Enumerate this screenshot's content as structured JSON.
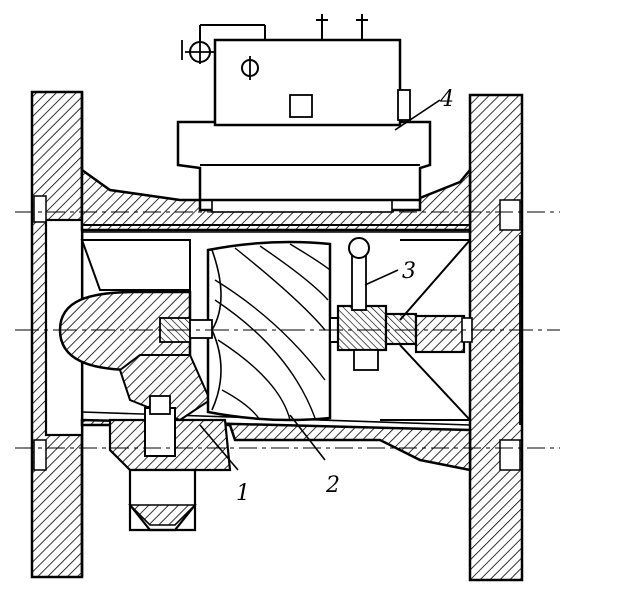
{
  "diagram": {
    "callouts": [
      {
        "id": "part-1",
        "label": "1"
      },
      {
        "id": "part-2",
        "label": "2"
      },
      {
        "id": "part-3",
        "label": "3"
      },
      {
        "id": "part-4",
        "label": "4"
      }
    ]
  },
  "colors": {
    "ink": "#000000",
    "paper": "#ffffff"
  }
}
